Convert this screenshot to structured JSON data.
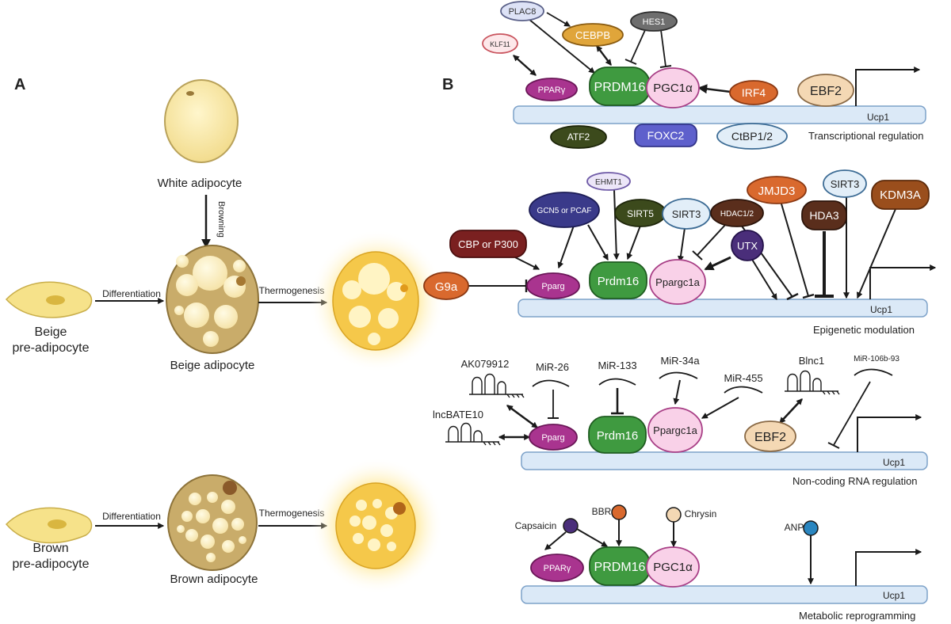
{
  "panel_labels": {
    "a": "A",
    "b": "B"
  },
  "panel_a": {
    "white": "White adipocyte",
    "browning": "Browning",
    "beige_pre": [
      "Beige",
      "pre-adipocyte"
    ],
    "brown_pre": [
      "Brown",
      "pre-adipocyte"
    ],
    "differentiation": "Differentiation",
    "thermogenesis": "Thermogenesis",
    "beige_adipocyte": "Beige adipocyte",
    "brown_adipocyte": "Brown adipocyte"
  },
  "panel_b": {
    "gene": "Ucp1",
    "sections": [
      {
        "title": "Transcriptional regulation",
        "nodes": [
          {
            "id": "plac8",
            "label": "PLAC8",
            "fill": "#dde2f6",
            "stroke": "#5a6088",
            "text": "#333333"
          },
          {
            "id": "klf11",
            "label": "KLF11",
            "fill": "#fde8ea",
            "stroke": "#c9545e",
            "text": "#333333"
          },
          {
            "id": "cebpb",
            "label": "CEBPB",
            "fill": "#e0a53a",
            "stroke": "#8a5c12",
            "text": "#ffffff"
          },
          {
            "id": "hes1",
            "label": "HES1",
            "fill": "#6e6e6e",
            "stroke": "#2e2e2e",
            "text": "#ffffff"
          },
          {
            "id": "pparg",
            "label": "PPARγ",
            "fill": "#a9348f",
            "stroke": "#6a1657",
            "text": "#ffffff"
          },
          {
            "id": "prdm16",
            "label": "PRDM16",
            "fill": "#3f9a40",
            "stroke": "#1f5c20",
            "text": "#ffffff"
          },
          {
            "id": "pgc1a",
            "label": "PGC1α",
            "fill": "#f9d1e8",
            "stroke": "#a83f86",
            "text": "#222222"
          },
          {
            "id": "irf4",
            "label": "IRF4",
            "fill": "#d9692e",
            "stroke": "#8a3812",
            "text": "#ffffff"
          },
          {
            "id": "ebf2",
            "label": "EBF2",
            "fill": "#f4d8b4",
            "stroke": "#8a6a46",
            "text": "#222222"
          },
          {
            "id": "atf2",
            "label": "ATF2",
            "fill": "#3c4a1c",
            "stroke": "#1e260a",
            "text": "#ffffff"
          },
          {
            "id": "foxc2",
            "label": "FOXC2",
            "fill": "#5e60cc",
            "stroke": "#33358a",
            "text": "#ffffff"
          },
          {
            "id": "ctbp",
            "label": "CtBP1/2",
            "fill": "#e2eef8",
            "stroke": "#3d6c95",
            "text": "#222222"
          }
        ]
      },
      {
        "title": "Epigenetic modulation",
        "nodes": [
          {
            "id": "ehmt1",
            "label": "EHMT1",
            "fill": "#ece6f8",
            "stroke": "#6e5aa6",
            "text": "#333333"
          },
          {
            "id": "gcn5",
            "label": "GCN5 or PCAF",
            "fill": "#3a3a8a",
            "stroke": "#1c1c55",
            "text": "#ffffff"
          },
          {
            "id": "sirt5",
            "label": "SIRT5",
            "fill": "#3c4a1c",
            "stroke": "#1e260a",
            "text": "#ffffff"
          },
          {
            "id": "sirt3a",
            "label": "SIRT3",
            "fill": "#e2eef8",
            "stroke": "#3d6c95",
            "text": "#222222"
          },
          {
            "id": "hdac12",
            "label": "HDAC1/2",
            "fill": "#5a2e1c",
            "stroke": "#2c140a",
            "text": "#ffffff"
          },
          {
            "id": "jmjd3",
            "label": "JMJD3",
            "fill": "#d9692e",
            "stroke": "#8a3812",
            "text": "#ffffff"
          },
          {
            "id": "sirt3b",
            "label": "SIRT3",
            "fill": "#e2eef8",
            "stroke": "#3d6c95",
            "text": "#222222"
          },
          {
            "id": "kdm3a",
            "label": "KDM3A",
            "fill": "#9a4e1c",
            "stroke": "#5c2a0a",
            "text": "#ffffff"
          },
          {
            "id": "cbp",
            "label": "CBP or P300",
            "fill": "#7a2020",
            "stroke": "#4a0e0e",
            "text": "#ffffff"
          },
          {
            "id": "hda3",
            "label": "HDA3",
            "fill": "#5a2e1c",
            "stroke": "#2c140a",
            "text": "#ffffff"
          },
          {
            "id": "utx",
            "label": "UTX",
            "fill": "#4a2e7a",
            "stroke": "#24124a",
            "text": "#ffffff"
          },
          {
            "id": "g9a",
            "label": "G9a",
            "fill": "#d9692e",
            "stroke": "#8a3812",
            "text": "#ffffff"
          },
          {
            "id": "pparg2",
            "label": "Pparg",
            "fill": "#a9348f",
            "stroke": "#6a1657",
            "text": "#ffffff"
          },
          {
            "id": "prdm16b",
            "label": "Prdm16",
            "fill": "#3f9a40",
            "stroke": "#1f5c20",
            "text": "#ffffff"
          },
          {
            "id": "ppargc1a",
            "label": "Ppargc1a",
            "fill": "#f9d1e8",
            "stroke": "#a83f86",
            "text": "#222222"
          }
        ]
      },
      {
        "title": "Non-coding RNA regulation",
        "rnas": [
          "AK079912",
          "lncBATE10",
          "MiR-26",
          "MiR-133",
          "MiR-34a",
          "MiR-455",
          "Blnc1",
          "MiR-106b-93"
        ],
        "nodes": [
          {
            "id": "pparg3",
            "label": "Pparg",
            "fill": "#a9348f",
            "stroke": "#6a1657",
            "text": "#ffffff"
          },
          {
            "id": "prdm16c",
            "label": "Prdm16",
            "fill": "#3f9a40",
            "stroke": "#1f5c20",
            "text": "#ffffff"
          },
          {
            "id": "ppargc1a2",
            "label": "Ppargc1a",
            "fill": "#f9d1e8",
            "stroke": "#a83f86",
            "text": "#222222"
          },
          {
            "id": "ebf2b",
            "label": "EBF2",
            "fill": "#f4d8b4",
            "stroke": "#8a6a46",
            "text": "#222222"
          }
        ]
      },
      {
        "title": "Metabolic reprogramming",
        "compounds": [
          {
            "label": "Capsaicin",
            "fill": "#4a2e7a"
          },
          {
            "label": "BBR",
            "fill": "#d9692e"
          },
          {
            "label": "Chrysin",
            "fill": "#f4d8b4"
          },
          {
            "label": "ANP",
            "fill": "#2a86c0"
          }
        ],
        "nodes": [
          {
            "id": "pparg4",
            "label": "PPARγ",
            "fill": "#a9348f",
            "stroke": "#6a1657",
            "text": "#ffffff"
          },
          {
            "id": "prdm16d",
            "label": "PRDM16",
            "fill": "#3f9a40",
            "stroke": "#1f5c20",
            "text": "#ffffff"
          },
          {
            "id": "pgc1a2",
            "label": "PGC1α",
            "fill": "#f9d1e8",
            "stroke": "#a83f86",
            "text": "#222222"
          }
        ]
      }
    ]
  }
}
